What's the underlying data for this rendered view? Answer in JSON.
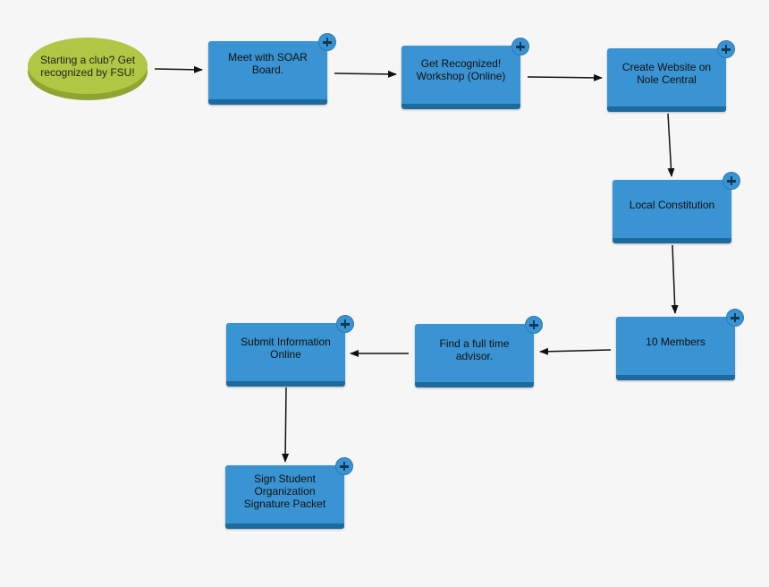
{
  "start": {
    "text": "Starting a club? Get recognized by FSU!"
  },
  "steps": {
    "meet_soar": "Meet with SOAR Board.",
    "get_recognized": "Get Recognized! Workshop (Online)",
    "create_website": "Create Website on Nole Central",
    "local_constitution": "Local Constitution",
    "members": "10 Members",
    "find_advisor": "Find a full time advisor.",
    "submit_info": "Submit Information Online",
    "sign_packet": "Sign Student Organization Signature Packet"
  },
  "colors": {
    "node_fill": "#3a93d2",
    "node_shadow": "#1c6b9c",
    "start_fill": "#b0c743",
    "start_shadow": "#8fa531",
    "arrow": "#111111",
    "background": "#f6f6f6"
  },
  "icons": {
    "node_action": "plus-icon"
  }
}
